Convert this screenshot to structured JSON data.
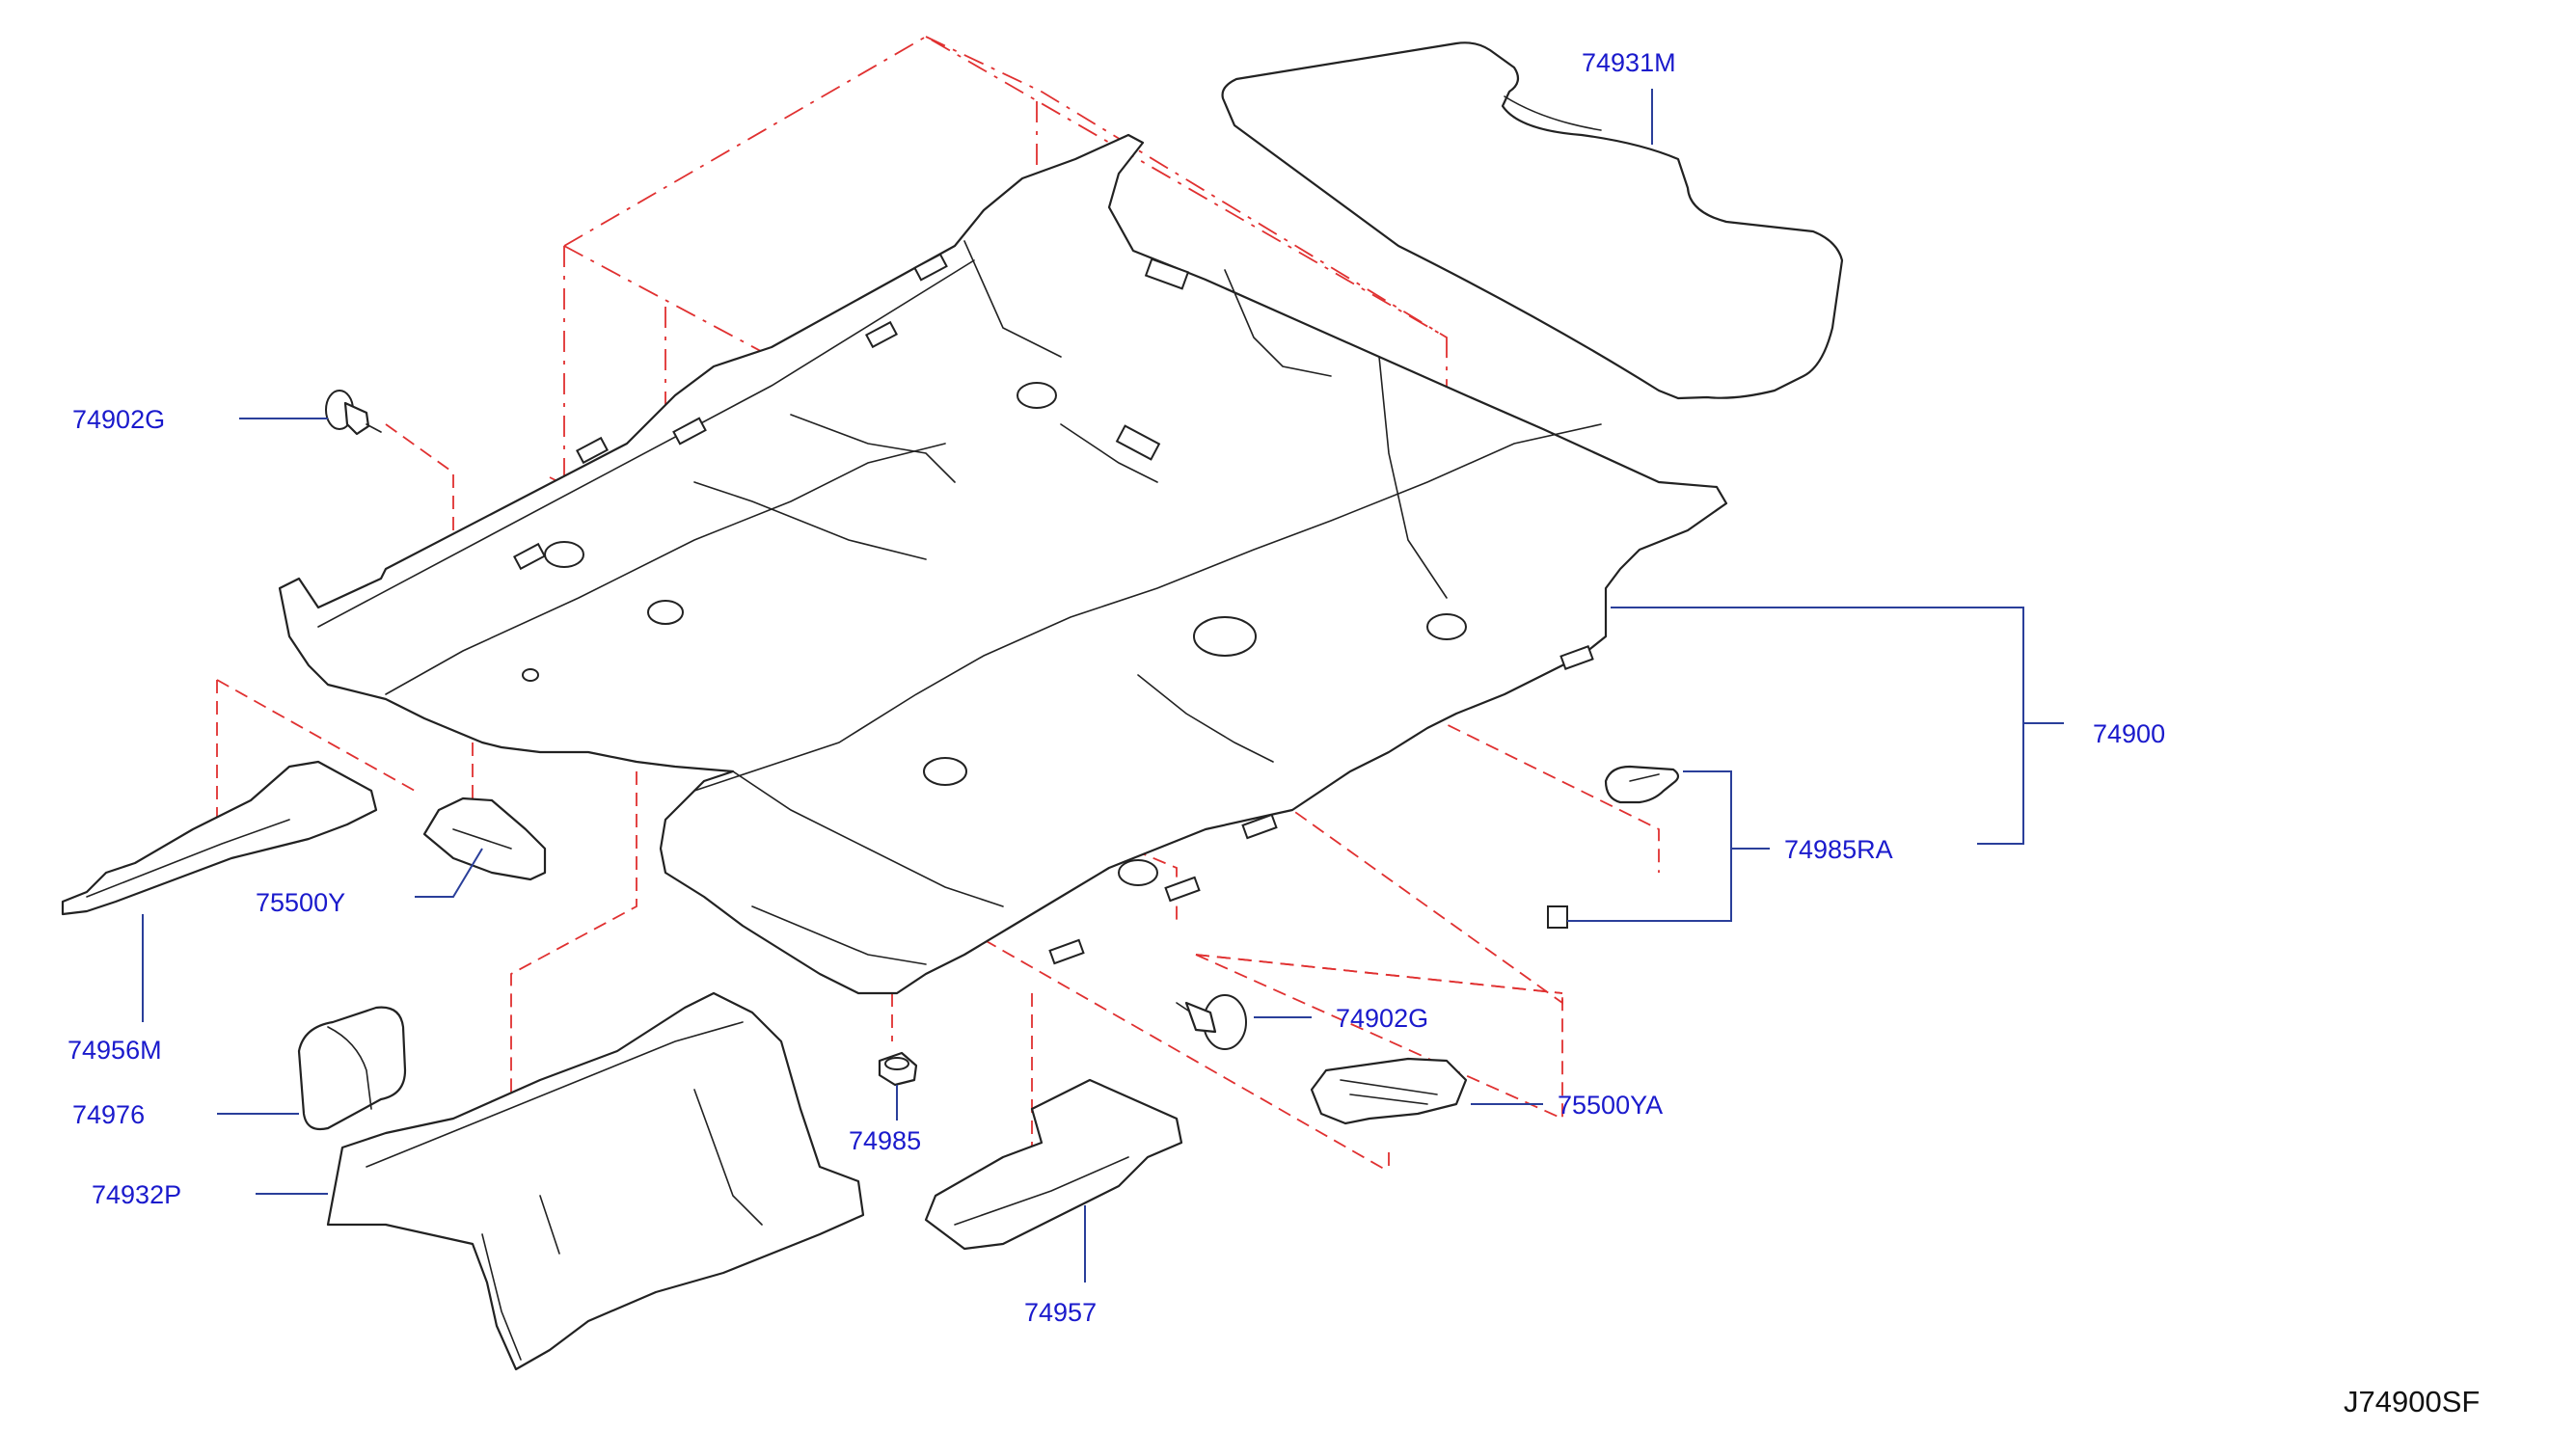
{
  "diagram_code": "J74900SF",
  "colors": {
    "label": "#1a1acc",
    "leader": "#2a3f9a",
    "phantom_line": "#e03030",
    "outline": "#222222"
  },
  "labels": {
    "p74931M": "74931M",
    "p74902G_left": "74902G",
    "p74900": "74900",
    "p74985RA": "74985RA",
    "p75500Y": "75500Y",
    "p74956M": "74956M",
    "p74976": "74976",
    "p74932P": "74932P",
    "p74985": "74985",
    "p74902G_right": "74902G",
    "p75500YA": "75500YA",
    "p74957": "74957"
  }
}
